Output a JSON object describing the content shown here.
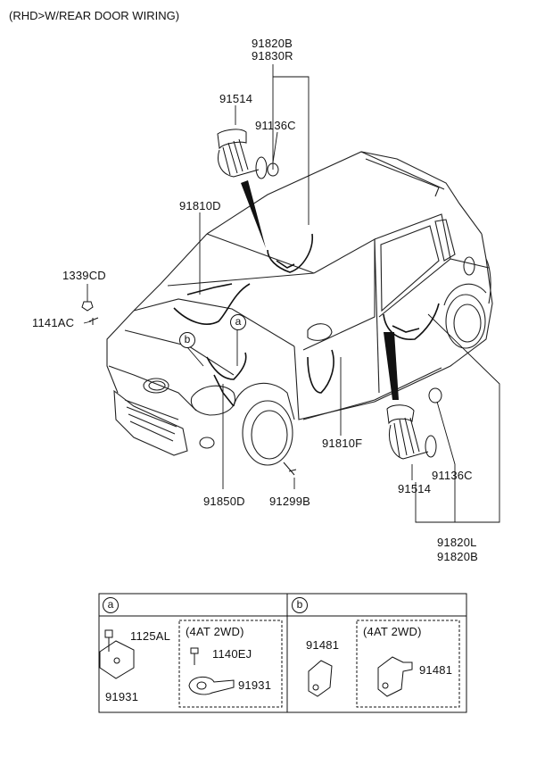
{
  "title": "(RHD>W/REAR DOOR WIRING)",
  "parts": {
    "p91820B_top": "91820B",
    "p91830R": "91830R",
    "p91514_top": "91514",
    "p91136C_top": "91136C",
    "p91810D": "91810D",
    "p1339CD": "1339CD",
    "p1141AC": "1141AC",
    "callout_a": "a",
    "callout_b": "b",
    "p91810F": "91810F",
    "p91136C_bot": "91136C",
    "p91514_bot": "91514",
    "p91850D": "91850D",
    "p91299B": "91299B",
    "p91820L": "91820L",
    "p91820B_bot": "91820B"
  },
  "inset": {
    "a_marker": "a",
    "b_marker": "b",
    "a_1125AL": "1125AL",
    "a_91931_left": "91931",
    "a_variant": "(4AT 2WD)",
    "a_1140EJ": "1140EJ",
    "a_91931_right": "91931",
    "b_91481_left": "91481",
    "b_variant": "(4AT 2WD)",
    "b_91481_right": "91481"
  }
}
